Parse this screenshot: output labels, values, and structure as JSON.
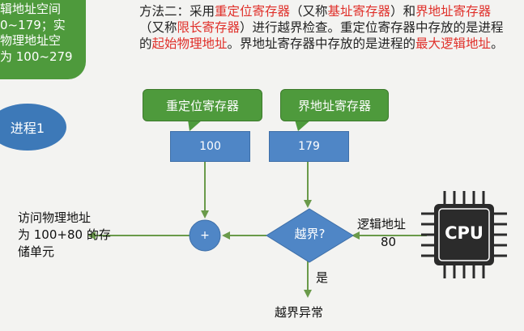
{
  "left_note": {
    "lines": [
      "辑地址空间",
      "0~179；实",
      "物理地址空",
      "为 100~279"
    ]
  },
  "process_label": "进程1",
  "description": {
    "seg1": "方法二：采用",
    "seg2": "重定位寄存器",
    "seg3": "（又称",
    "seg4": "基址寄存器",
    "seg5": "）和",
    "seg6": "界地址寄存器",
    "seg7": "（又称",
    "seg8": "限长寄存器",
    "seg9": "）进行越界检查。重定位寄存器中存放的是进程的",
    "seg10": "起始物理地址",
    "seg11": "。界地址寄存器中存放的是进程的",
    "seg12": "最大逻辑地址",
    "seg13": "。"
  },
  "relocation_callout": "重定位寄存器",
  "limit_callout": "界地址寄存器",
  "relocation_value": "100",
  "limit_value": "179",
  "adder_symbol": "+",
  "decision_label": "越界?",
  "yes_label": "是",
  "error_label": "越界异常",
  "logical_label": "逻辑地址",
  "logical_value": "80",
  "cpu_label": "CPU",
  "result_lines": [
    "访问物理地址",
    "为 100+80 的存",
    "储单元"
  ],
  "colors": {
    "green": "#4e9a3c",
    "blue": "#4f86c6",
    "arrow": "#6a9a4a",
    "highlight": "#e0302a",
    "cpu": "#2b2b2b"
  }
}
